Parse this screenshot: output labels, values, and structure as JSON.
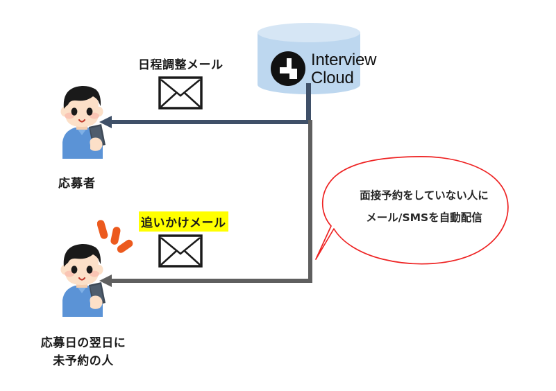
{
  "diagram": {
    "title": "Interview Cloud follow-up mail flow",
    "colors": {
      "cylinder_body": "#bdd7ef",
      "cylinder_top": "#d6e6f5",
      "arrow_upper": "#3f5068",
      "arrow_lower": "#5f5f5f",
      "bubble_outline": "#ee2222",
      "highlight": "#ffff00",
      "alert_mark": "#ec5a1e",
      "shirt": "#5b93d6",
      "hair": "#1a1a1a",
      "skin": "#fce0c8",
      "phone": "#3f4a57"
    }
  },
  "cloud": {
    "name": "Interview Cloud",
    "wordmark_line1": "Interview",
    "wordmark_line2": "Cloud",
    "logo_icon": "interview-cloud-logo-icon"
  },
  "labels": {
    "schedule_mail": "日程調整メール",
    "followup_mail": "追いかけメール",
    "applicant": "応募者",
    "unbooked_line1": "応募日の翌日に",
    "unbooked_line2": "未予約の人"
  },
  "icons": {
    "envelope_upper": "envelope-icon",
    "envelope_lower": "envelope-icon",
    "alert_marks": "alert-marks-icon",
    "person_applicant": "person-with-smartphone-icon",
    "person_unbooked": "person-with-smartphone-icon"
  },
  "speech_bubble": {
    "line1": "面接予約をしていない人に",
    "line2": "メール/SMSを自動配信"
  }
}
